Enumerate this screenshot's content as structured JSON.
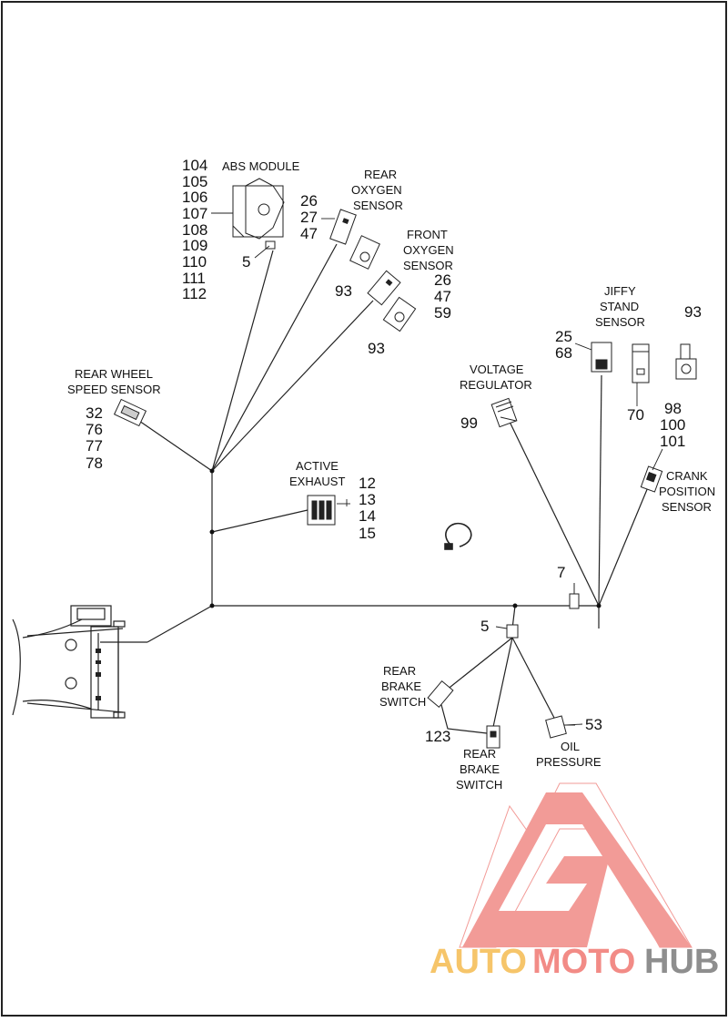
{
  "labels": {
    "abs_module": "ABS MODULE",
    "rear_oxygen_sensor": [
      "REAR",
      "OXYGEN",
      "SENSOR"
    ],
    "front_oxygen_sensor": [
      "FRONT",
      "OXYGEN",
      "SENSOR"
    ],
    "jiffy_stand_sensor": [
      "JIFFY",
      "STAND",
      "SENSOR"
    ],
    "voltage_regulator": [
      "VOLTAGE",
      "REGULATOR"
    ],
    "rear_wheel_speed_sensor": [
      "REAR WHEEL",
      "SPEED SENSOR"
    ],
    "active_exhaust": [
      "ACTIVE",
      "EXHAUST"
    ],
    "crank_position_sensor": [
      "CRANK",
      "POSITION",
      "SENSOR"
    ],
    "rear_brake_switch_1": [
      "REAR",
      "BRAKE",
      "SWITCH"
    ],
    "rear_brake_switch_2": [
      "REAR",
      "BRAKE",
      "SWITCH"
    ],
    "oil_pressure": [
      "OIL",
      "PRESSURE"
    ]
  },
  "callouts": {
    "abs_module_parts": [
      "104",
      "105",
      "106",
      "107",
      "108",
      "109",
      "110",
      "111",
      "112"
    ],
    "abs_clip": "5",
    "rear_oxygen_parts": [
      "26",
      "27",
      "47"
    ],
    "rear_oxygen_cap": "93",
    "front_oxygen_parts": [
      "26",
      "47",
      "59"
    ],
    "front_oxygen_cap": "93",
    "jiffy_parts": [
      "25",
      "68"
    ],
    "jiffy_connector": "70",
    "jiffy_cap": "93",
    "voltage_regulator_part": "99",
    "rear_wheel_parts": [
      "32",
      "76",
      "77",
      "78"
    ],
    "active_exhaust_parts": [
      "12",
      "13",
      "14",
      "15"
    ],
    "crank_parts": [
      "98",
      "100",
      "101"
    ],
    "main_clip": "7",
    "branch_clip": "5",
    "brake_jumper": "123",
    "oil_pressure_part": "53"
  },
  "watermark": {
    "word_part1": "AUTO",
    "word_part2": "MOTO",
    "word_part3": "HUB",
    "color_auto": "#f6c56a",
    "color_moto": "#f28b86",
    "color_hub": "#8e8e8e",
    "logo_color": "#f08a86"
  }
}
